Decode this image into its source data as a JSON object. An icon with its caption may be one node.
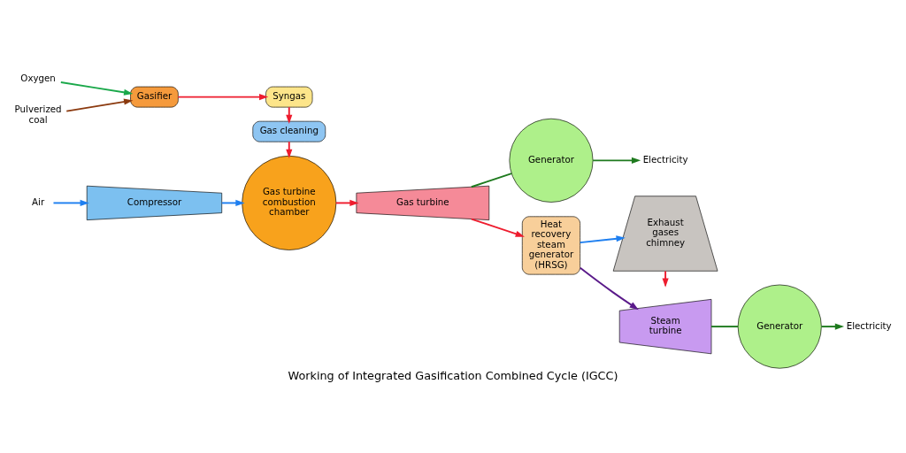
{
  "diagram": {
    "title": "Working of Integrated Gasification Combined Cycle (IGCC)",
    "nodes": [
      {
        "text": [
          "Oxygen"
        ]
      },
      {
        "text": [
          "Pulverized coal"
        ]
      },
      {
        "text": [
          "Gasifier"
        ]
      },
      {
        "text": [
          "Syngas"
        ]
      },
      {
        "text": [
          "Gas cleaning"
        ]
      },
      {
        "text": [
          "Gas turbine combustion chamber"
        ]
      },
      {
        "text": [
          "Air"
        ]
      },
      {
        "text": [
          "Compressor"
        ]
      },
      {
        "text": [
          "Gas turbine"
        ]
      },
      {
        "text": [
          "Generator"
        ]
      },
      {
        "text": [
          "Electricity"
        ]
      },
      {
        "text": [
          "Heat recovery steam generator (HRSG)"
        ]
      },
      {
        "text": [
          "Exhaust gases chimney"
        ]
      },
      {
        "text": [
          "Steam turbine"
        ]
      },
      {
        "text": [
          "Generator"
        ]
      },
      {
        "text": [
          "Electricity"
        ]
      }
    ],
    "edges": [
      {
        "from": 0,
        "to": 2,
        "arrow": "to",
        "color": "#1aa84a"
      },
      {
        "from": 1,
        "to": 2,
        "arrow": "to",
        "color": "#8b3a0f"
      },
      {
        "from": 2,
        "to": 3,
        "arrow": "to"
      },
      {
        "from": 3,
        "to": 4,
        "arrow": "to"
      },
      {
        "from": 4,
        "to": 5,
        "arrow": "to"
      },
      {
        "from": 6,
        "to": 7,
        "arrow": "to",
        "color": "#1e7ff0"
      },
      {
        "from": 7,
        "to": 5,
        "arrow": "to",
        "color": "#1e7ff0"
      },
      {
        "from": 5,
        "to": 8,
        "arrow": "to"
      },
      {
        "from": 8,
        "to": 9,
        "arrow": "none",
        "color": "#1e7a1e"
      },
      {
        "from": 9,
        "to": 10,
        "arrow": "to",
        "color": "#1e7a1e"
      },
      {
        "from": 8,
        "to": 11,
        "arrow": "to"
      },
      {
        "from": 11,
        "to": 12,
        "arrow": "to",
        "color": "#1e7ff0"
      },
      {
        "from": 12,
        "to": null,
        "arrow": "to"
      },
      {
        "from": 11,
        "to": 13,
        "arrow": "to",
        "color": "#5a1a8a"
      },
      {
        "from": 13,
        "to": 14,
        "arrow": "none",
        "color": "#1e7a1e"
      },
      {
        "from": 14,
        "to": 15,
        "arrow": "to",
        "color": "#1e7a1e"
      }
    ]
  }
}
